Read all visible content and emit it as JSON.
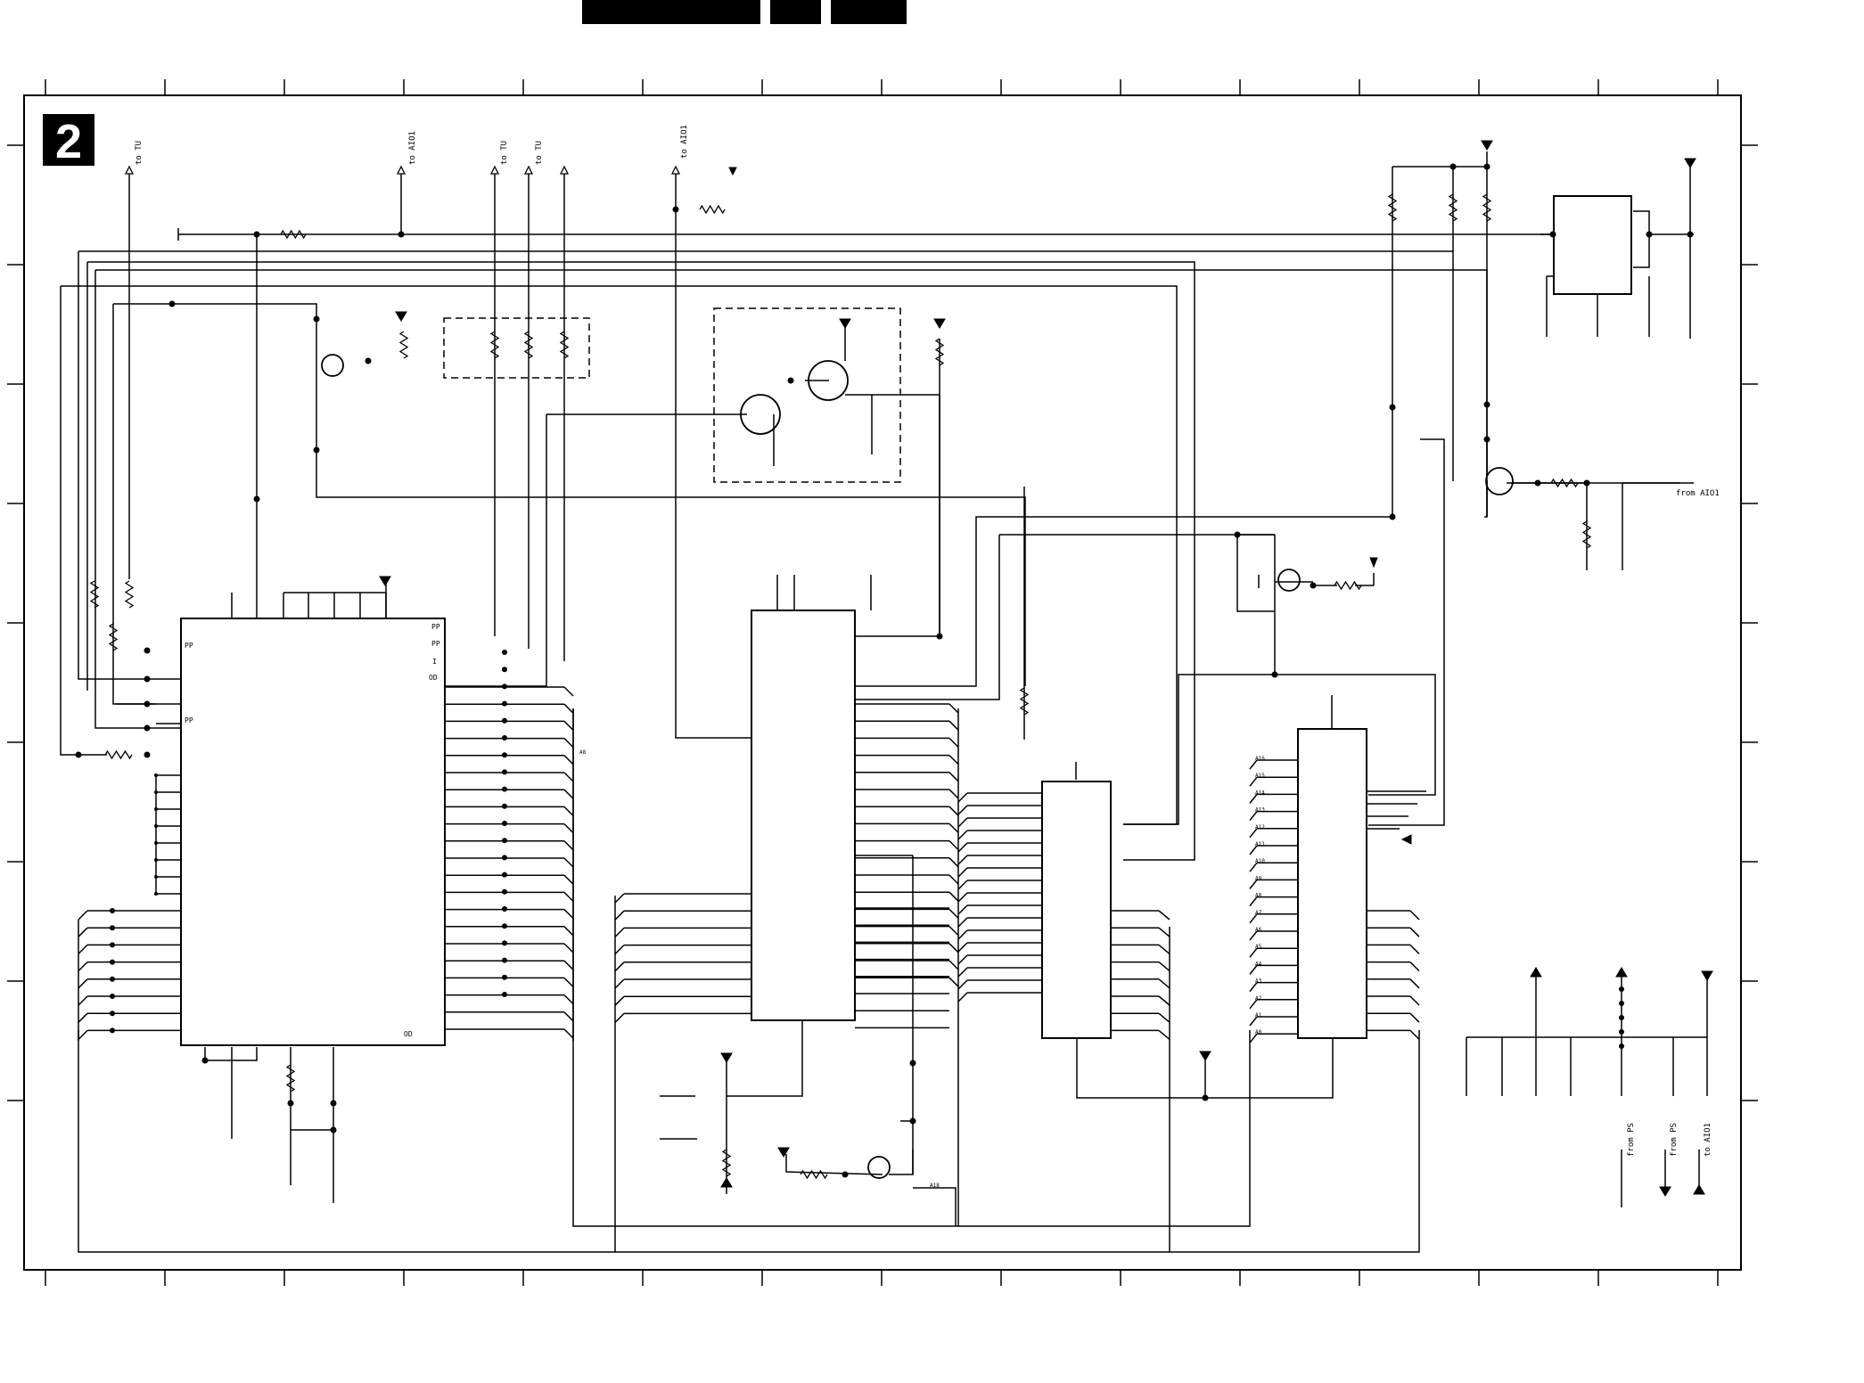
{
  "sheet": {
    "number": "2"
  },
  "labels": {
    "to_tu_1": "to TU",
    "to_aio1_1": "to AIO1",
    "to_tu_2": "to TU",
    "to_tu_3": "to TU",
    "to_aio1_2": "to AIO1",
    "from_aio1": "from AIO1",
    "from_ps_1": "from PS",
    "from_ps_2": "from PS",
    "to_aio1_3": "to AIO1"
  },
  "cpu_pins": {
    "pp1": "PP",
    "pp2": "PP",
    "pp3": "PP",
    "pp4": "PP",
    "i": "I",
    "od1": "OD",
    "od2": "OD"
  },
  "addr_pins": [
    "A16",
    "A15",
    "A14",
    "A13",
    "A12",
    "A11",
    "A10",
    "A9",
    "A8",
    "A7",
    "A6",
    "A5",
    "A4",
    "A3",
    "A2",
    "A1",
    "A0"
  ],
  "small_labels": {
    "a18": "A18",
    "a8": "A8"
  }
}
